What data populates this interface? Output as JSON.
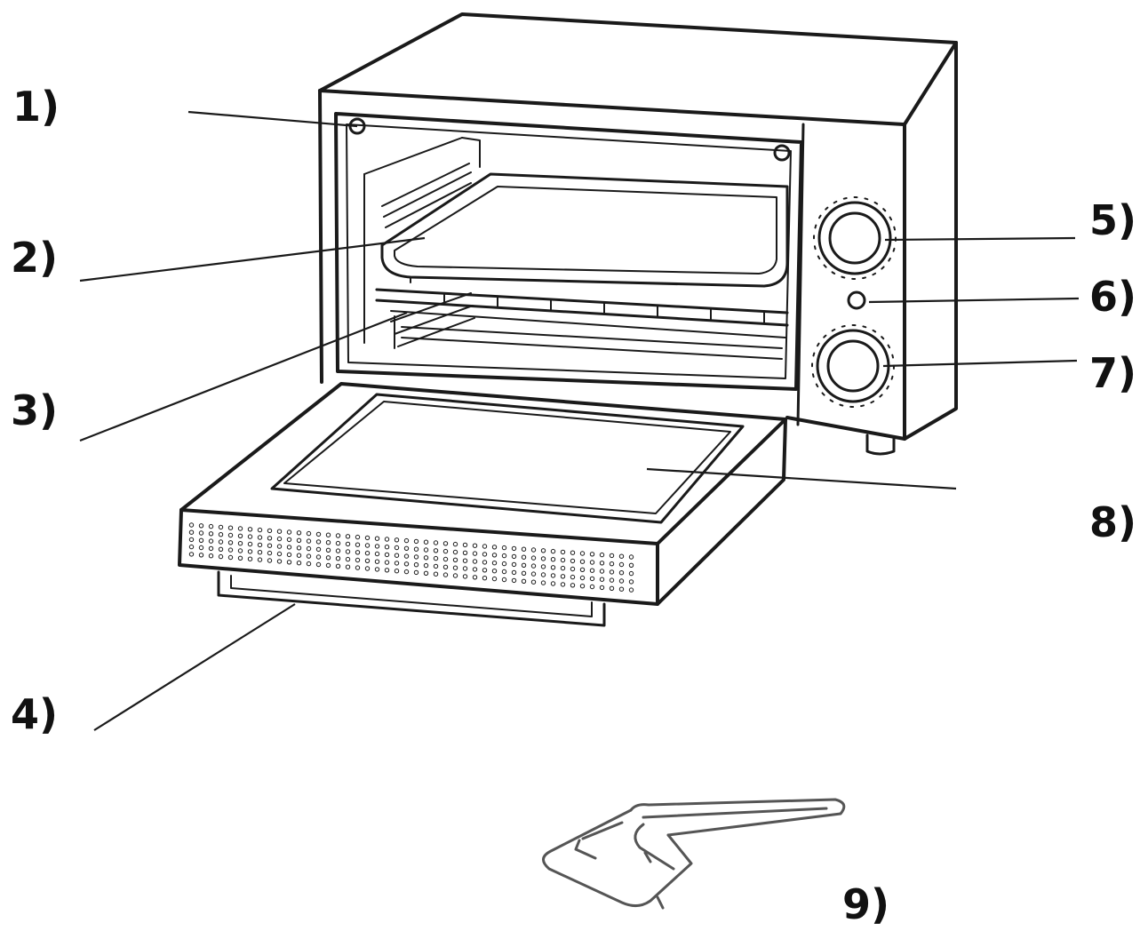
{
  "callouts": [
    {
      "id": "1",
      "text": "1)"
    },
    {
      "id": "2",
      "text": "2)"
    },
    {
      "id": "3",
      "text": "3)"
    },
    {
      "id": "4",
      "text": "4)"
    },
    {
      "id": "5",
      "text": "5)"
    },
    {
      "id": "6",
      "text": "6)"
    },
    {
      "id": "7",
      "text": "7)"
    },
    {
      "id": "8",
      "text": "8)"
    },
    {
      "id": "9",
      "text": "9)"
    }
  ],
  "colors": {
    "line": "#1a1a1a",
    "background": "#ffffff",
    "wire": "#555555"
  },
  "icons": {
    "appliance": "toaster-oven-drawing",
    "accessory": "tray-handle-tool-drawing"
  }
}
